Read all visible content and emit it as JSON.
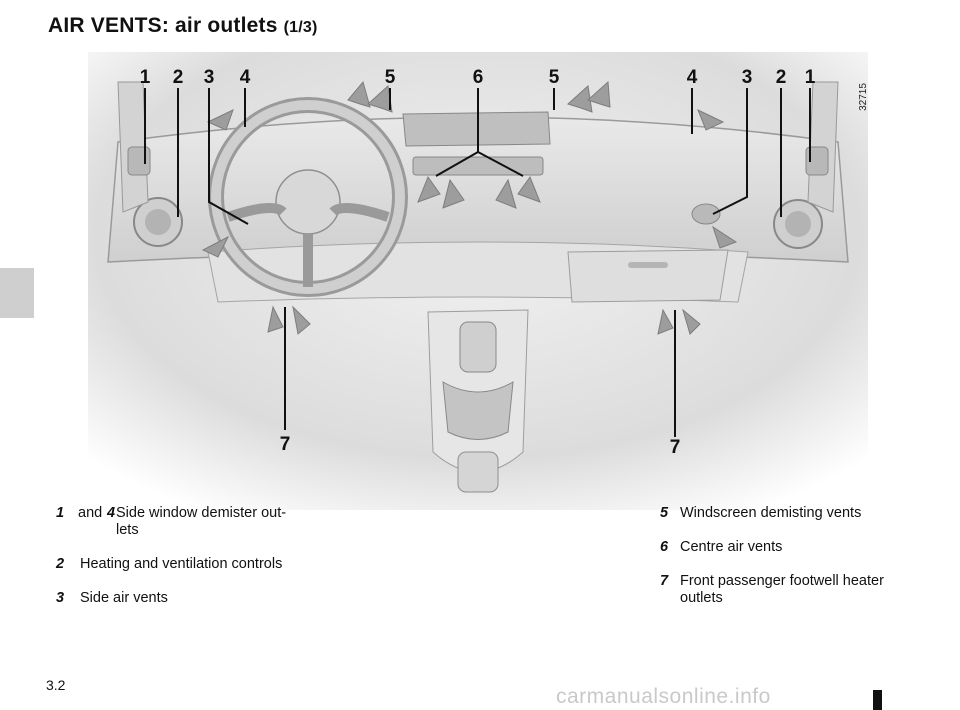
{
  "header": {
    "title": "AIR VENTS: air outlets",
    "subtitle": "(1/3)"
  },
  "figure": {
    "ref_code": "32715",
    "top_labels": [
      "1",
      "2",
      "3",
      "4",
      "5",
      "6",
      "5",
      "4",
      "3",
      "2",
      "1"
    ],
    "bottom_labels": [
      "7",
      "7"
    ]
  },
  "legend_left": [
    {
      "num": "1",
      "conn": "and",
      "num2": "4",
      "text": "Side window demister outlets",
      "line1": "Side  window  demister  out-",
      "line2": "lets"
    },
    {
      "num": "2",
      "text": "Heating and ventilation controls"
    },
    {
      "num": "3",
      "text": "Side air vents"
    }
  ],
  "legend_right": [
    {
      "num": "5",
      "text": "Windscreen demisting vents"
    },
    {
      "num": "6",
      "text": "Centre air vents"
    },
    {
      "num": "7",
      "line1": "Front  passenger  footwell  heater",
      "line2": "outlets"
    }
  ],
  "footer": {
    "page_number": "3.2",
    "watermark": "carmanualsonline.info"
  }
}
